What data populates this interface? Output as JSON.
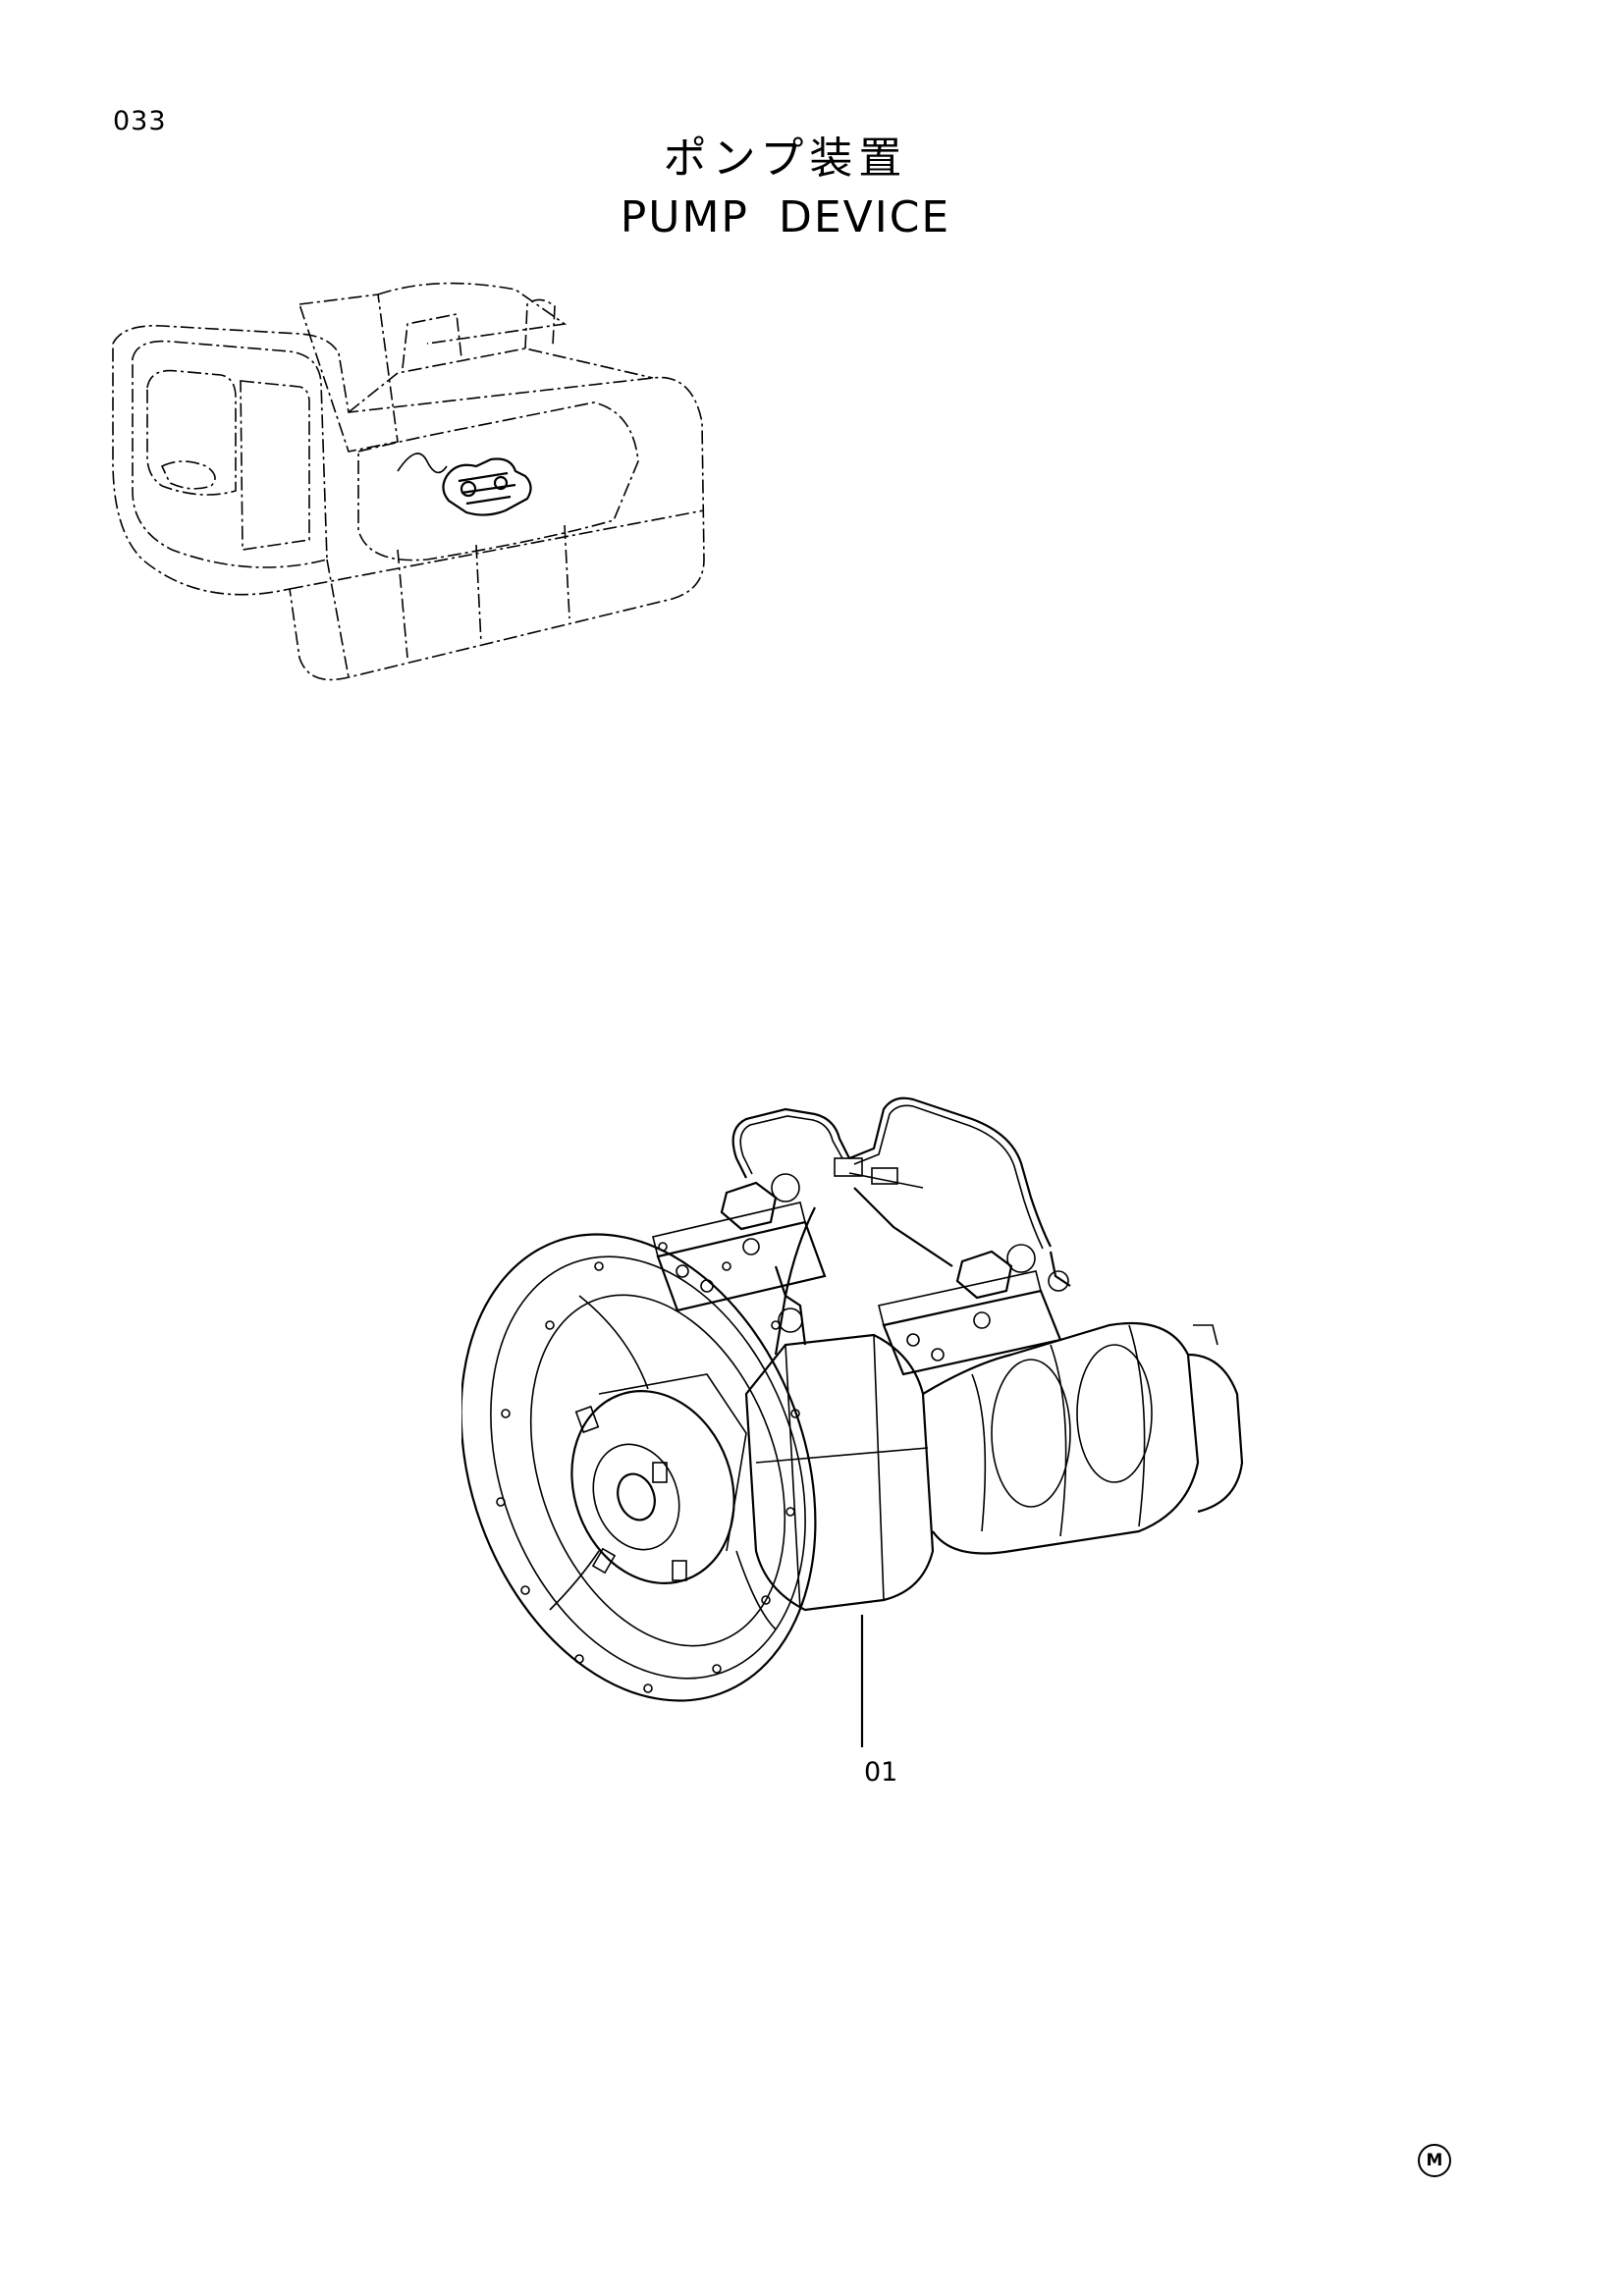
{
  "page": {
    "number": "033"
  },
  "title": {
    "japanese": "ポンプ装置",
    "english": "PUMP  DEVICE"
  },
  "callouts": [
    {
      "label": "01"
    }
  ],
  "marks": {
    "maker_mark": "M"
  },
  "illustrations": {
    "overview": "excavator-overview-illustration",
    "detail": "pump-device-illustration"
  }
}
